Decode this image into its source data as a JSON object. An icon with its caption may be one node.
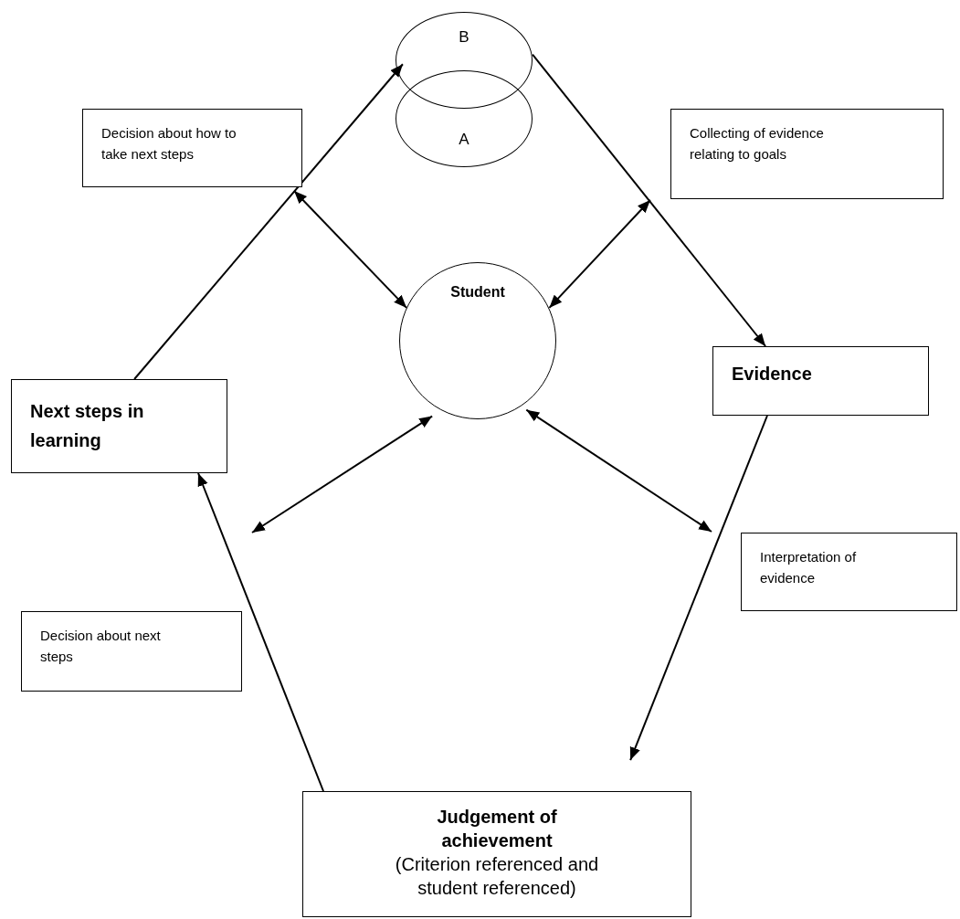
{
  "diagram": {
    "nodes": [
      {
        "text": [
          "B"
        ]
      },
      {
        "text": [
          "A"
        ]
      },
      {
        "text": [
          "Decision about how to take next steps"
        ]
      },
      {
        "text": [
          "Collecting of evidence relating to goals"
        ]
      },
      {
        "text": [
          "Student"
        ]
      },
      {
        "text": [
          "Evidence"
        ]
      },
      {
        "text": [
          "Next steps in learning"
        ]
      },
      {
        "text": [
          "Interpretation of evidence"
        ]
      },
      {
        "text": [
          "Decision about next steps"
        ]
      },
      {
        "text": [
          "Judgement of achievement",
          "(Criterion referenced and student referenced)"
        ]
      }
    ],
    "edges": [
      {
        "from": 6,
        "to": 0,
        "arrow": "to"
      },
      {
        "from": 0,
        "to": 5,
        "arrow": "to"
      },
      {
        "from": 5,
        "to": 9,
        "arrow": "to"
      },
      {
        "from": 9,
        "to": 6,
        "arrow": "to"
      },
      {
        "from": 4,
        "to": 2,
        "arrow": "both"
      },
      {
        "from": 4,
        "to": 3,
        "arrow": "both"
      },
      {
        "from": 4,
        "to": null,
        "arrow": "both"
      },
      {
        "from": 4,
        "to": null,
        "arrow": "both"
      }
    ]
  }
}
